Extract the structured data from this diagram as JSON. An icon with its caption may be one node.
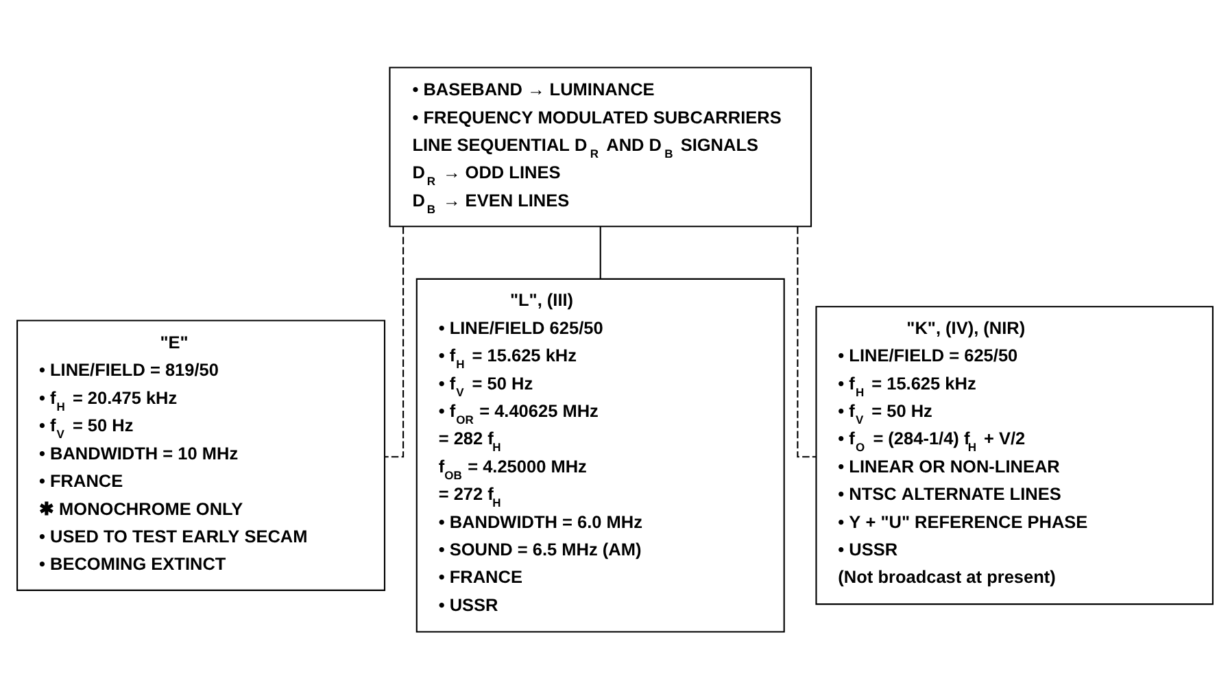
{
  "diagram": {
    "nodes": [
      {
        "text": [
          "• BASEBAND → LUMINANCE",
          "• FREQUENCY MODULATED SUBCARRIERS",
          "LINE SEQUENTIAL D$_{R}$ AND D$_{B}$ SIGNALS",
          "D$_{R}$ → ODD LINES",
          "D$_{B}$ → EVEN LINES"
        ]
      },
      {
        "text": [
          "\"E\"",
          "• LINE/FIELD = 819/50",
          "• f$_{H}$ = 20.475 kHz",
          "• f$_{V}$ = 50 Hz",
          "• BANDWIDTH = 10 MHz",
          "• FRANCE",
          "✱ MONOCHROME ONLY",
          "• USED TO TEST EARLY SECAM",
          "• BECOMING EXTINCT"
        ]
      },
      {
        "text": [
          "\"L\", (III)",
          "• LINE/FIELD 625/50",
          "• f$_{H}$ = 15.625 kHz",
          "• f$_{V}$ = 50 Hz",
          "• f$_{OR}$ = 4.40625 MHz",
          "= 282 f$_{H}$",
          "f$_{OB}$ = 4.25000 MHz",
          "= 272 f$_{H}$",
          "• BANDWIDTH = 6.0 MHz",
          "• SOUND = 6.5 MHz (AM)",
          "• FRANCE",
          "• USSR"
        ]
      },
      {
        "text": [
          "\"K\", (IV), (NIR)",
          "• LINE/FIELD = 625/50",
          "• f$_{H}$ = 15.625 kHz",
          "• f$_{V}$ = 50 Hz",
          "• f$_{O}$ = (284-1/4) f$_{H}$ + V/2",
          "• LINEAR OR NON-LINEAR",
          "• NTSC ALTERNATE LINES",
          "• Y + \"U\" REFERENCE PHASE",
          "• USSR",
          "(Not broadcast at present)"
        ]
      }
    ],
    "edges": [
      {
        "from": 0,
        "to": 1,
        "arrow": "none",
        "style": "dashed"
      },
      {
        "from": 0,
        "to": 2,
        "arrow": "none"
      },
      {
        "from": 0,
        "to": 3,
        "arrow": "none",
        "style": "dashed"
      }
    ]
  }
}
